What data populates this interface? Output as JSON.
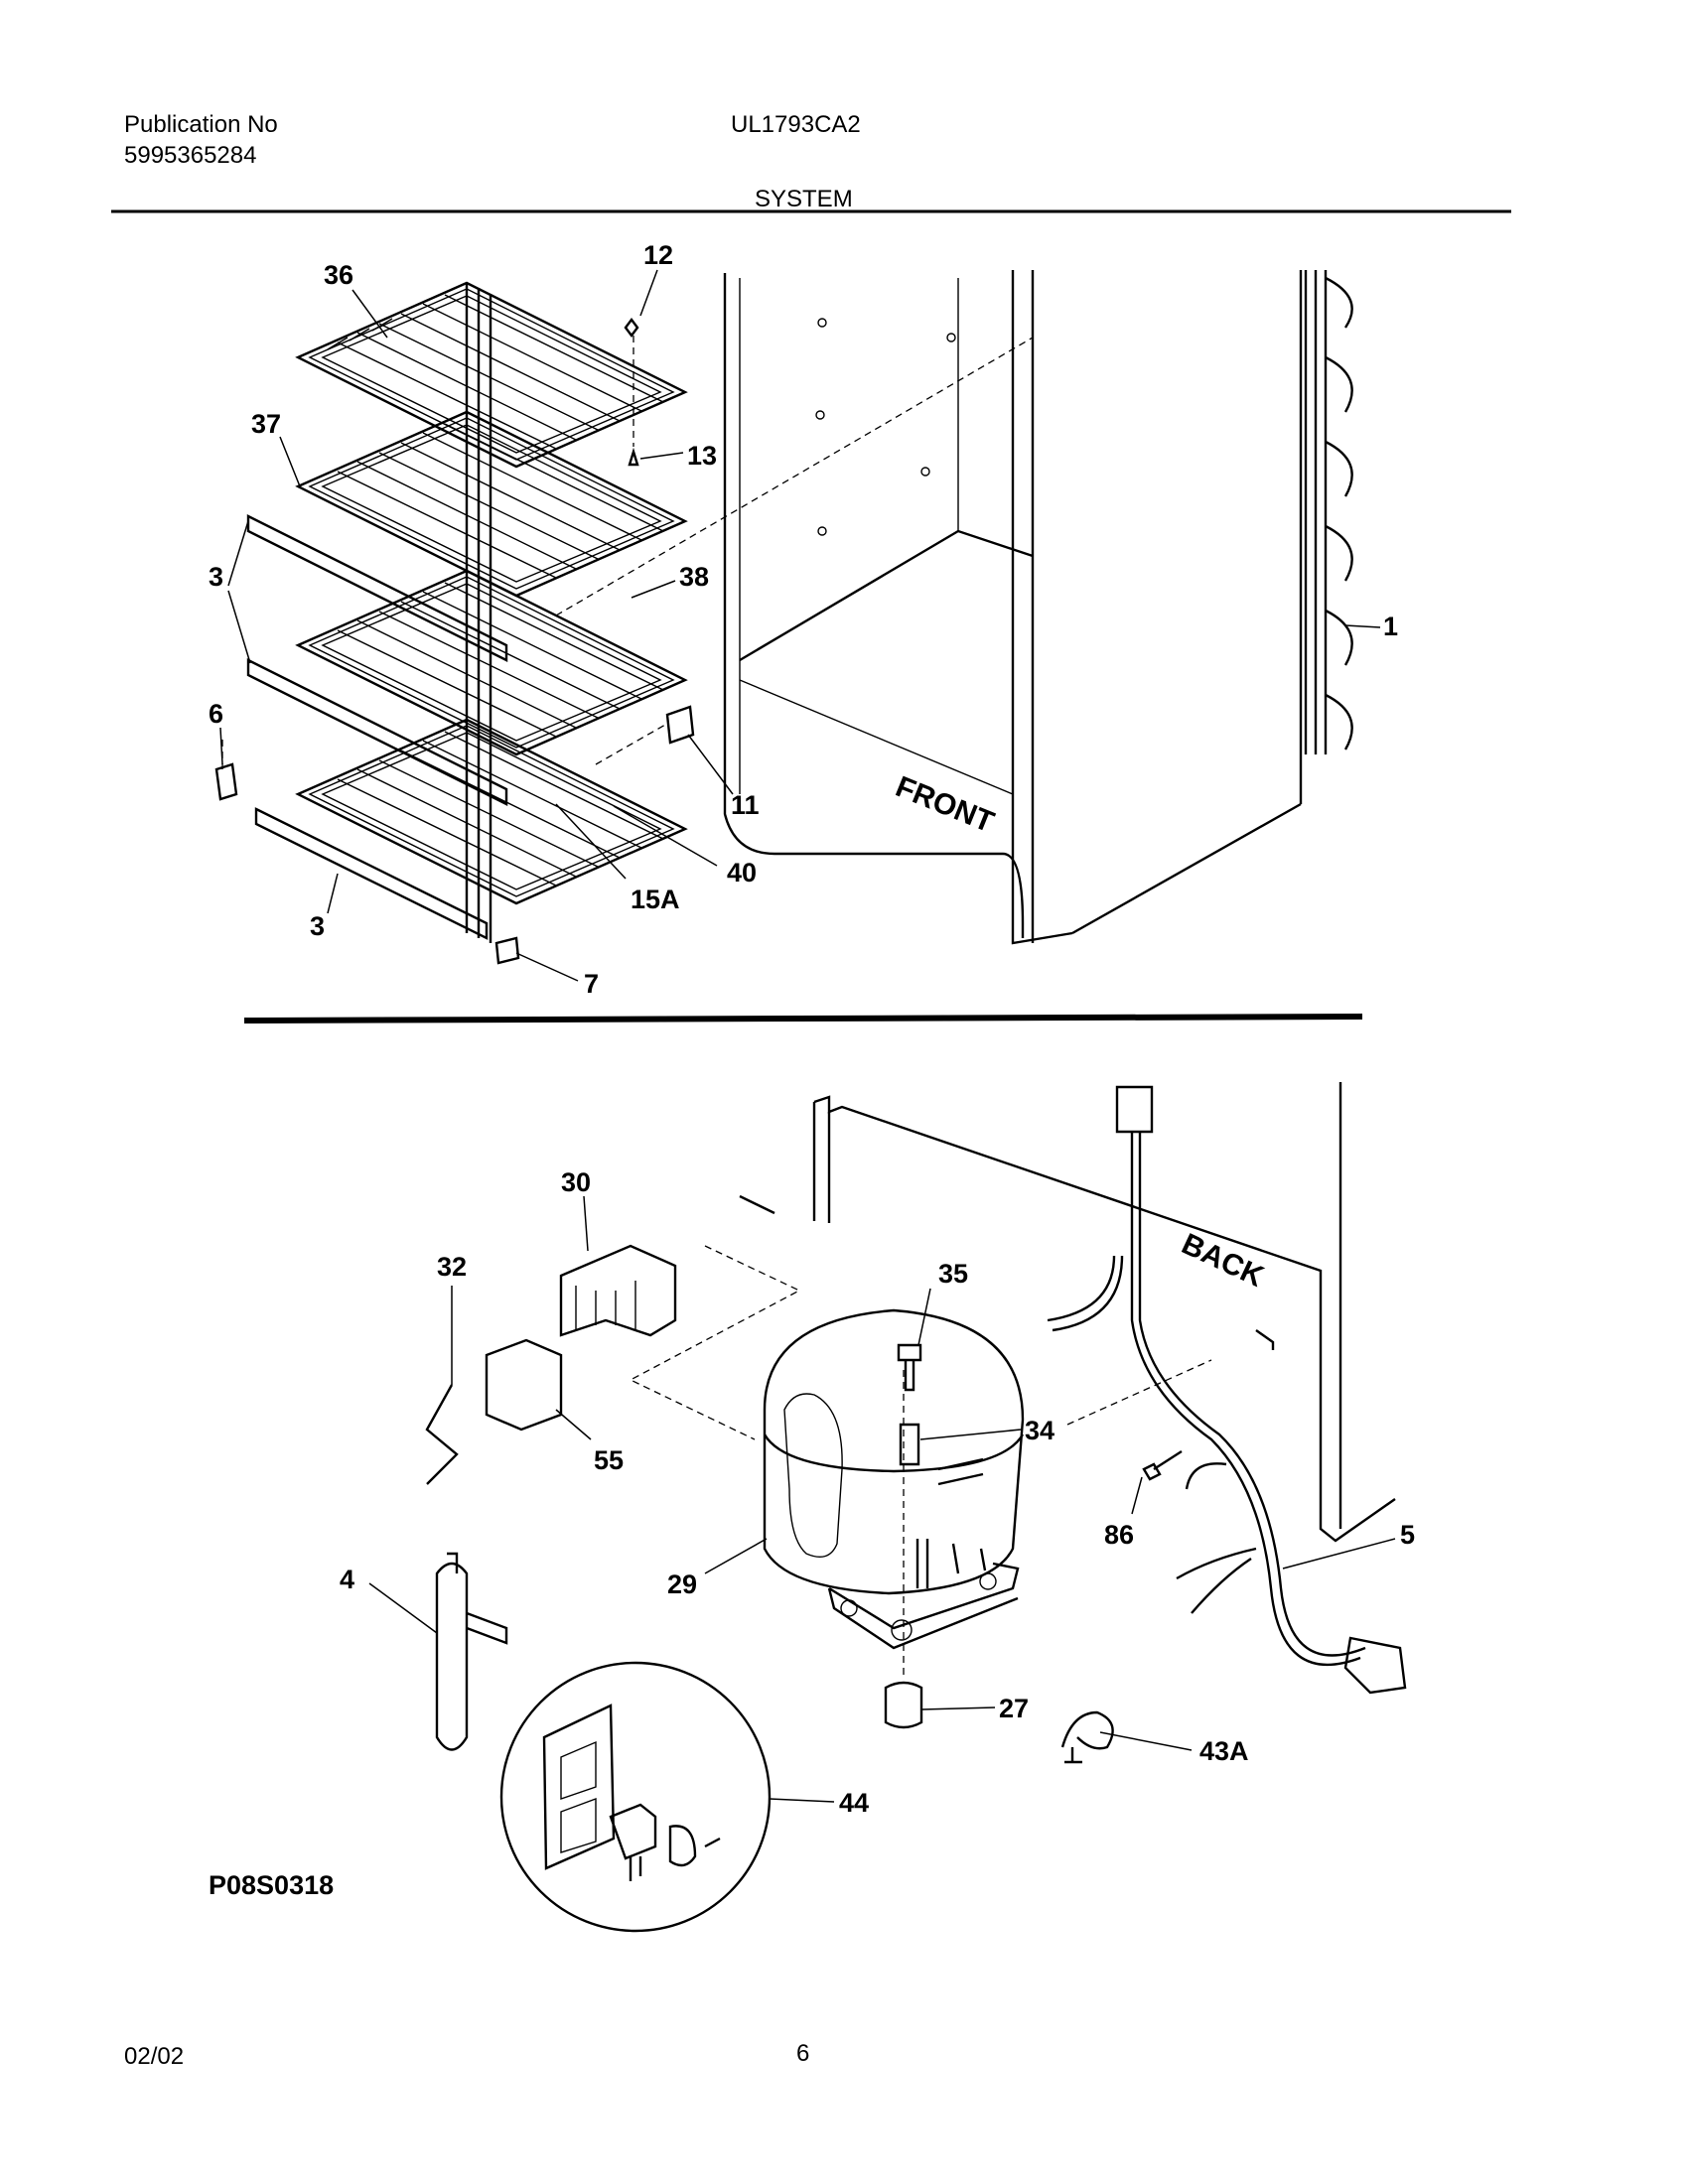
{
  "header": {
    "publication_label": "Publication No",
    "publication_number": "5995365284",
    "model": "UL1793CA2",
    "section": "SYSTEM"
  },
  "footer": {
    "date": "02/02",
    "page": "6",
    "drawing_code": "P08S0318"
  },
  "diagram": {
    "part_labels": {
      "p1": "1",
      "p3a": "3",
      "p3b": "3",
      "p4": "4",
      "p5": "5",
      "p6": "6",
      "p7": "7",
      "p11": "11",
      "p12": "12",
      "p13": "13",
      "p15a": "15A",
      "p27": "27",
      "p29": "29",
      "p30": "30",
      "p32": "32",
      "p34": "34",
      "p35": "35",
      "p36": "36",
      "p37": "37",
      "p38": "38",
      "p40": "40",
      "p43a": "43A",
      "p44": "44",
      "p55": "55",
      "p86": "86"
    },
    "front_label": "FRONT",
    "back_label": "BACK"
  }
}
